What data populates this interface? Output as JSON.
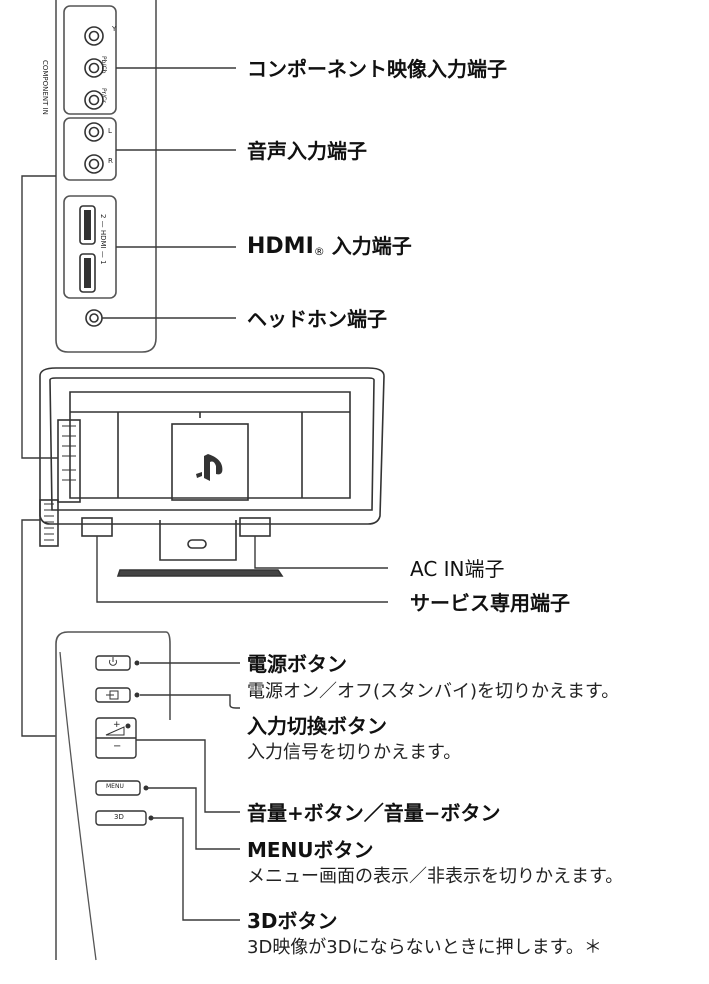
{
  "callouts": {
    "component": "コンポーネント映像入力端子",
    "audio": "音声入力端子",
    "hdmi_prefix": "HDMI",
    "hdmi_reg": "®",
    "hdmi_suffix": " 入力端子",
    "headphone": "ヘッドホン端子",
    "ac_in": "AC IN端子",
    "service": "サービス専用端子",
    "power_title": "電源ボタン",
    "power_desc": "電源オン／オフ(スタンバイ)を切りかえます。",
    "input_title": "入力切換ボタン",
    "input_desc": "入力信号を切りかえます。",
    "volume_title": "音量+ボタン／音量−ボタン",
    "menu_title": "MENUボタン",
    "menu_desc": "メニュー画面の表示／非表示を切りかえます。",
    "threed_title": "3Dボタン",
    "threed_desc": "3D映像が3Dにならないときに押します。＊"
  },
  "panel_labels": {
    "component_in": "COMPONENT IN",
    "y": "Y",
    "pb": "Pb/Cb",
    "pr": "Pr/Cr",
    "l": "L",
    "r": "R",
    "hdmi": "2 — HDMI — 1",
    "menu": "MENU",
    "threed": "3D",
    "plus": "+",
    "minus": "−"
  },
  "colors": {
    "line": "#3a3a3a",
    "panel": "#555555",
    "hdmi_port": "#333333"
  }
}
